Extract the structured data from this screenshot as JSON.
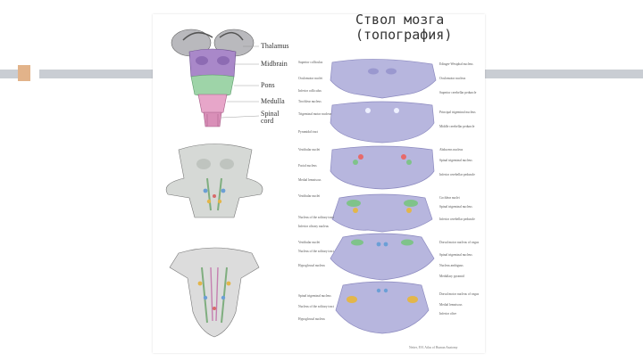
{
  "slide": {
    "title_line1": "Ствол мозга",
    "title_line2": "(топография)"
  },
  "brainstem_labels": {
    "thalamus": "Thalamus",
    "midbrain": "Midbrain",
    "pons": "Pons",
    "medulla": "Medulla",
    "spinal": "Spinal",
    "cord": "cord"
  },
  "section_labels": {
    "left": [
      "Superior colliculus",
      "Oculomotor nuclei",
      "Inferior colliculus",
      "Trochlear nucleus",
      "Trigeminal motor nucleus",
      "Pyramidal tract",
      "Vestibular nuclei",
      "Facial nucleus",
      "Medial lemniscus",
      "Vestibular nuclei",
      "Nucleus of the solitary tract",
      "Inferior olivary nucleus",
      "Vestibular nuclei",
      "Nucleus of the solitary tract",
      "Hypoglossal nucleus",
      "Spinal trigeminal nucleus",
      "Nucleus of the solitary tract",
      "Hypoglossal nucleus"
    ],
    "right": [
      "Edinger-Westphal nucleus",
      "Oculomotor nucleus",
      "Superior cerebellar peduncle",
      "Principal trigeminal nucleus",
      "Middle cerebellar peduncle",
      "Abducens nucleus",
      "Spinal trigeminal nucleus",
      "Inferior cerebellar peduncle",
      "Cochlear nuclei",
      "Spinal trigeminal nucleus",
      "Inferior cerebellar peduncle",
      "Dorsal motor nucleus of vagus",
      "Spinal trigeminal nucleus",
      "Nucleus ambiguus",
      "Medullary pyramid",
      "Dorsal motor nucleus of vagus",
      "Medial lemniscus",
      "Inferior olive"
    ]
  },
  "caption": "Netter, F.H. Atlas of Human Anatomy",
  "colors": {
    "accent_square": "#e2b38a",
    "deco_line": "#c9cdd3",
    "section_fill": "#b7b6de",
    "section_stroke": "#8c8abf",
    "brain_purple": "#a988c9",
    "pons_green": "#9ed4a8",
    "medulla_pink": "#e7a6c9"
  }
}
